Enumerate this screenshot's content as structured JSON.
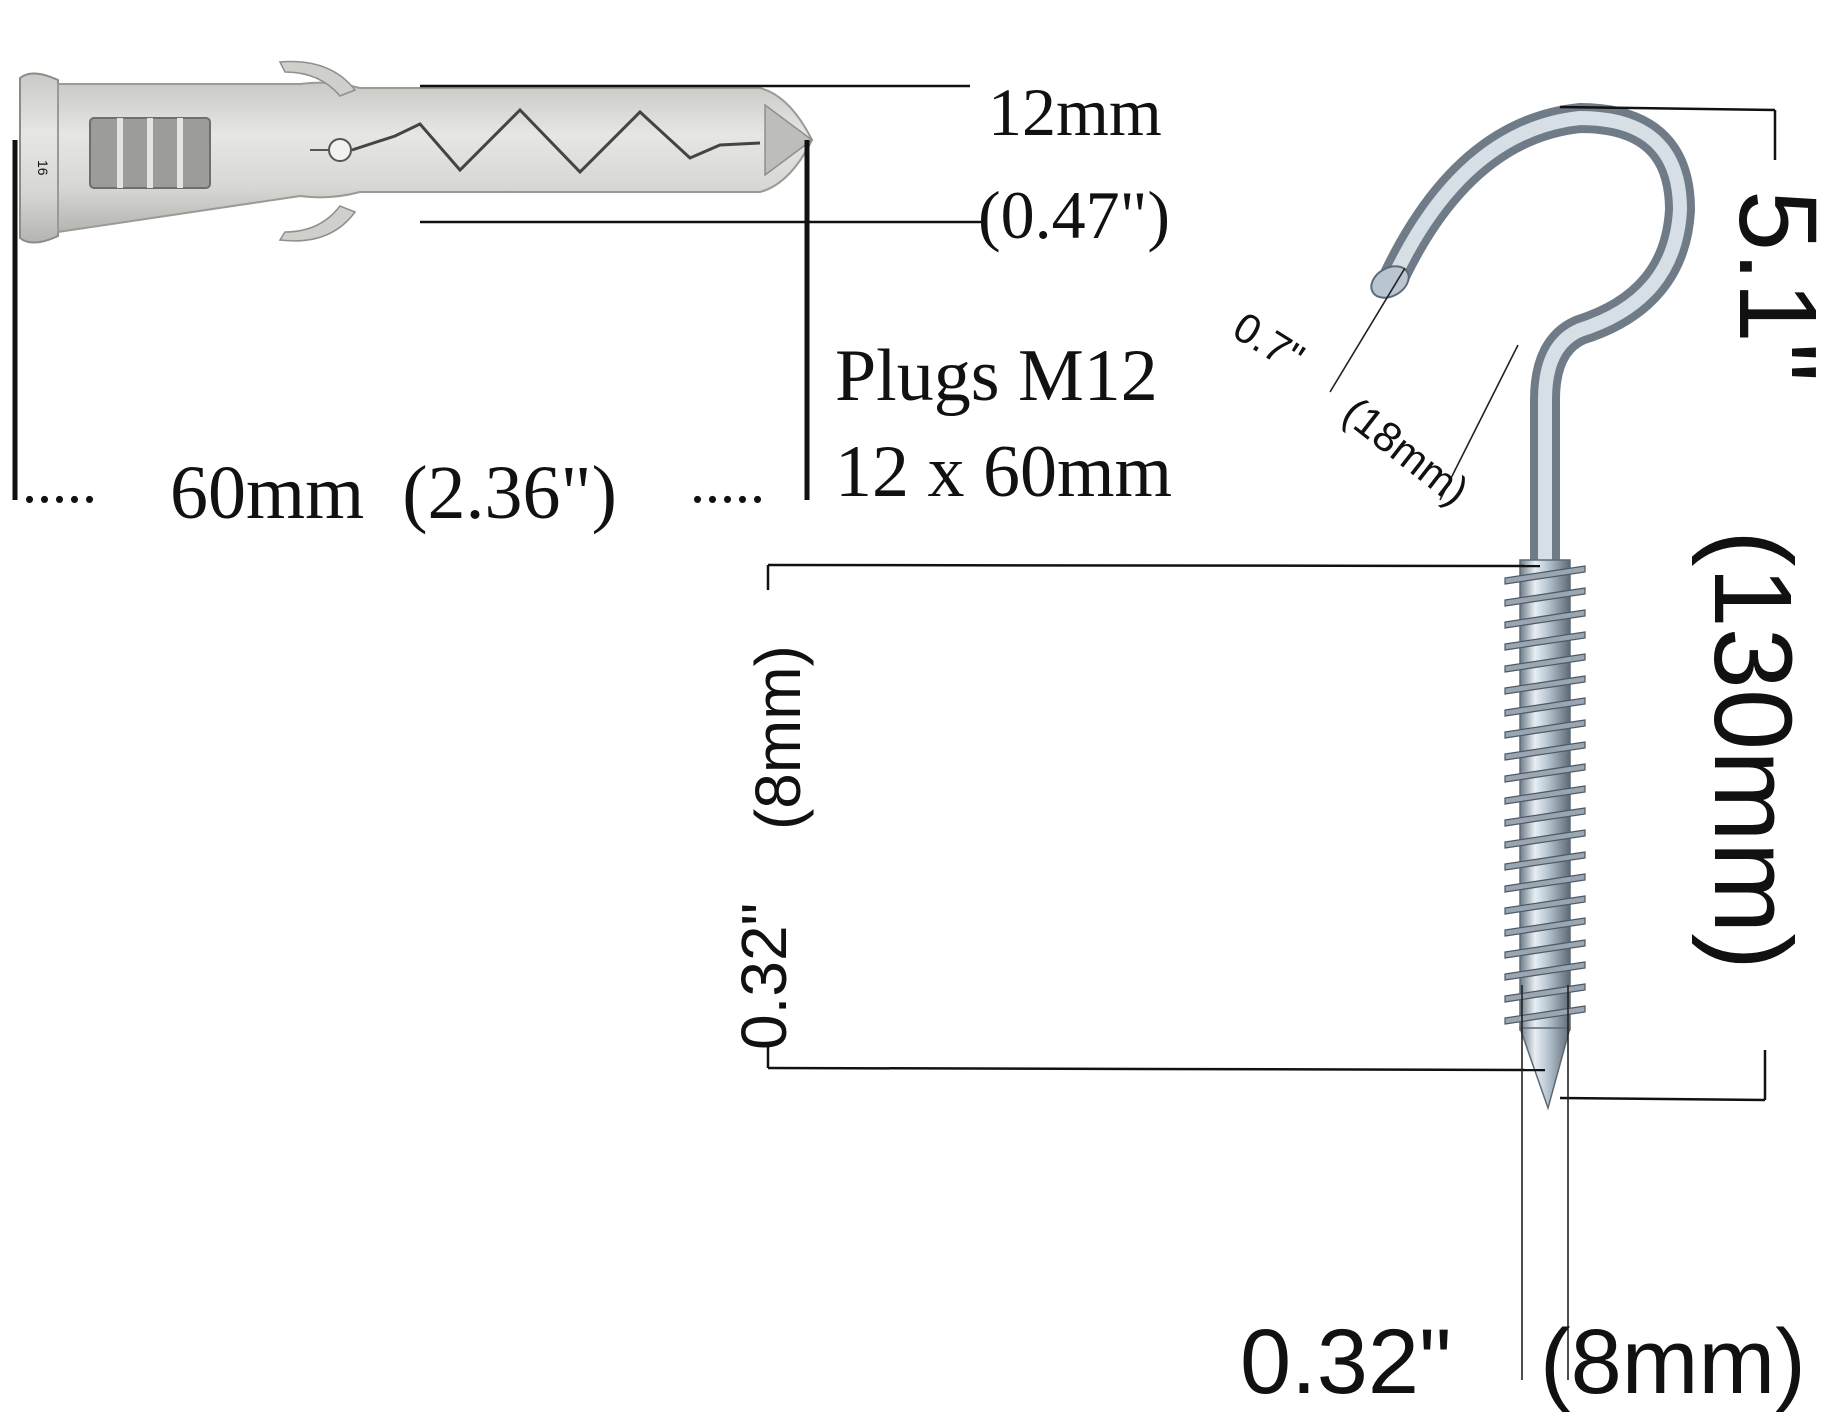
{
  "plug": {
    "diameter_mm": "12mm",
    "diameter_in": "(0.47\")",
    "length_label": "60mm  (2.36\")",
    "leader_dots_left": ".....",
    "leader_dots_right": ".....",
    "name_line1": "Plugs M12",
    "name_line2": "12 x 60mm",
    "body_color": "#d9d9d6",
    "imprint": "16"
  },
  "hook": {
    "total_length_in": "5.1\"",
    "total_length_mm": "(130mm)",
    "opening_in": "0.7\"",
    "opening_mm": "(18mm)",
    "thread_dia_in": "0.32\"",
    "thread_dia_mm": "(8mm)",
    "shank_dia_in": "0.32\"",
    "shank_dia_mm": "(8mm)",
    "metal_color": "#b9c6d2"
  }
}
